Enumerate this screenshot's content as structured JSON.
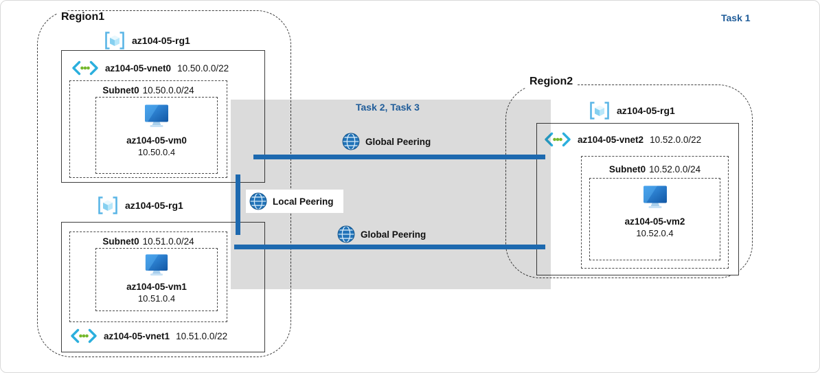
{
  "page": {
    "task1": "Task 1",
    "task23": "Task 2, Task 3"
  },
  "region1": {
    "label": "Region1",
    "rg_top": {
      "name": "az104-05-rg1",
      "vnet": {
        "name": "az104-05-vnet0",
        "cidr": "10.50.0.0/22"
      },
      "subnet": {
        "name": "Subnet0",
        "cidr": "10.50.0.0/24"
      },
      "vm": {
        "name": "az104-05-vm0",
        "ip": "10.50.0.4"
      }
    },
    "rg_bottom": {
      "name": "az104-05-rg1",
      "subnet": {
        "name": "Subnet0",
        "cidr": "10.51.0.0/24"
      },
      "vm": {
        "name": "az104-05-vm1",
        "ip": "10.51.0.4"
      },
      "vnet": {
        "name": "az104-05-vnet1",
        "cidr": "10.51.0.0/22"
      }
    }
  },
  "region2": {
    "label": "Region2",
    "rg": {
      "name": "az104-05-rg1",
      "vnet": {
        "name": "az104-05-vnet2",
        "cidr": "10.52.0.0/22"
      },
      "subnet": {
        "name": "Subnet0",
        "cidr": "10.52.0.0/24"
      },
      "vm": {
        "name": "az104-05-vm2",
        "ip": "10.52.0.4"
      }
    }
  },
  "peerings": {
    "global_top": "Global Peering",
    "local": "Local Peering",
    "global_bottom": "Global Peering"
  },
  "icons": {
    "resource_group": "azure-resource-group",
    "virtual_network": "azure-virtual-network",
    "virtual_machine": "azure-virtual-machine",
    "peering": "globe"
  },
  "colors": {
    "peering_line": "#1d69af",
    "task_text": "#1f5c99",
    "overlay_fill": "rgba(0,0,0,0.14)"
  }
}
